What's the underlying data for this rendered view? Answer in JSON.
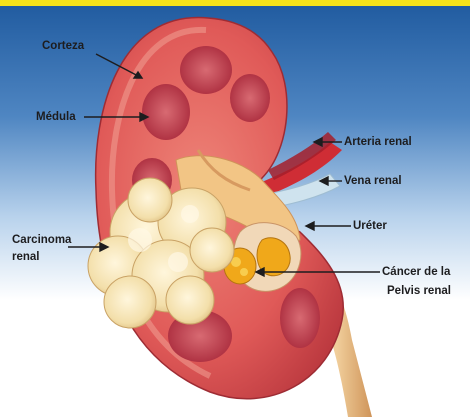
{
  "labels": {
    "corteza": "Corteza",
    "medula": "Médula",
    "arteria_renal": "Arteria renal",
    "vena_renal": "Vena renal",
    "ureter": "Uréter",
    "carcinoma_line1": "Carcinoma",
    "carcinoma_line2": "renal",
    "cancer_line1": "Cáncer de la",
    "cancer_line2": "Pelvis renal"
  },
  "colors": {
    "top_band": "#f6e31a",
    "background_top": "#1f5a9f",
    "background_bottom": "#ffffff",
    "cortex": "#e35c5a",
    "medulla": "#c23a48",
    "artery": "#cf2d35",
    "vein": "#cfe3ee",
    "ureter": "#e0b480",
    "tumor": "#f5e3b6",
    "pelvis_cancer": "#f0a81a",
    "label_text": "#1d1d1f"
  }
}
